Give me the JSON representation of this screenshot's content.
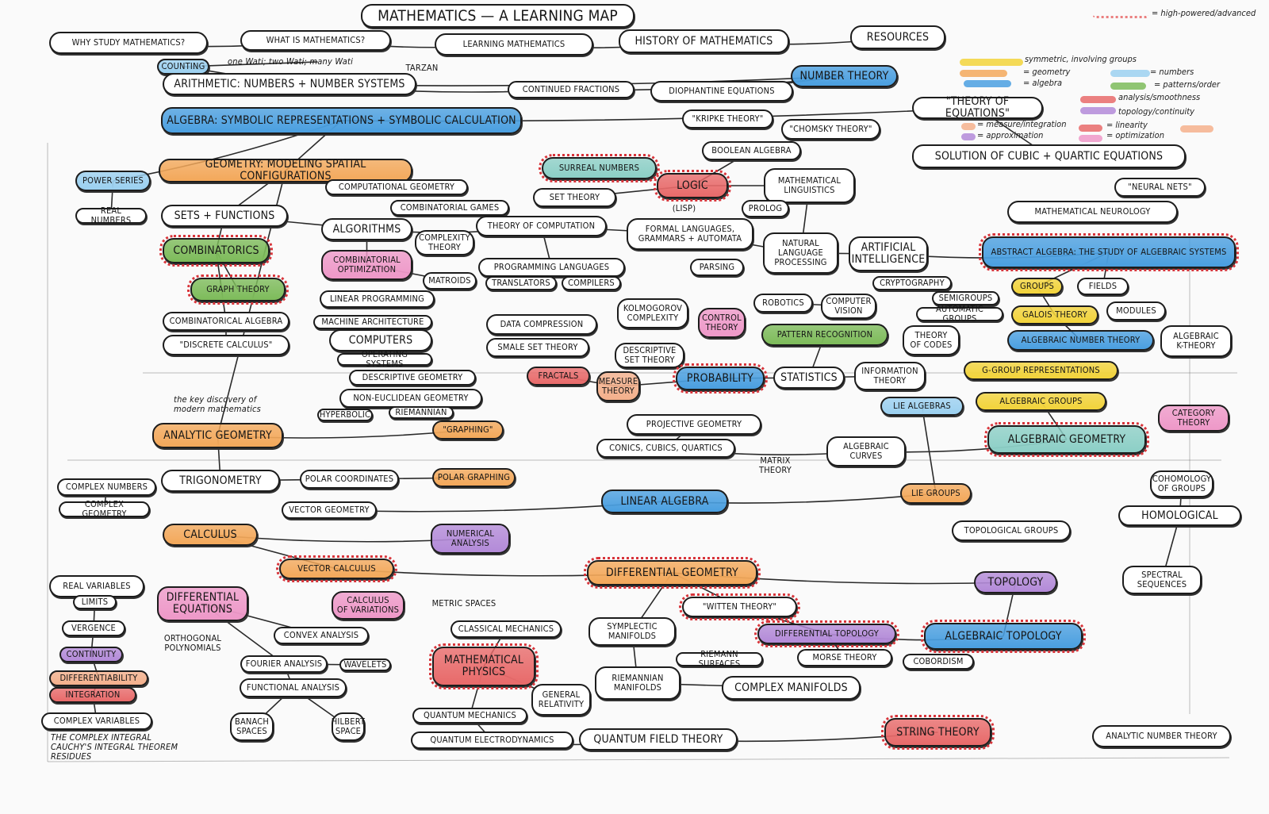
{
  "palette": {
    "yellow": "#f2d33a",
    "orange": "#f3a85a",
    "blue": "#4a9fe0",
    "lightblue": "#9bd0f0",
    "green": "#7dbb5a",
    "red": "#e86a6a",
    "purple": "#b38ad8",
    "pink": "#ee98c8",
    "teal": "#8ccfc6",
    "salmon": "#f4b08c",
    "white": "#ffffff"
  },
  "nodes": [
    {
      "label": "MATHEMATICS — A LEARNING MAP",
      "fill": "white",
      "kind": "title"
    },
    {
      "label": "WHY STUDY MATHEMATICS?",
      "fill": "white"
    },
    {
      "label": "WHAT IS MATHEMATICS?",
      "fill": "white"
    },
    {
      "label": "LEARNING MATHEMATICS",
      "fill": "white"
    },
    {
      "label": "HISTORY OF MATHEMATICS",
      "fill": "white",
      "kind": "big"
    },
    {
      "label": "Resources",
      "fill": "white",
      "kind": "big"
    },
    {
      "label": "COUNTING",
      "fill": "lightblue"
    },
    {
      "label": "one Wati; two Wati; many Wati",
      "fill": "white",
      "kind": "txt"
    },
    {
      "label": "TARZAN",
      "fill": "white",
      "kind": "plain"
    },
    {
      "label": "ARITHMETIC: NUMBERS + NUMBER SYSTEMS",
      "fill": "white",
      "kind": "big"
    },
    {
      "label": "CONTINUED FRACTIONS",
      "fill": "white"
    },
    {
      "label": "DIOPHANTINE EQUATIONS",
      "fill": "white"
    },
    {
      "label": "NUMBER THEORY",
      "fill": "blue",
      "kind": "big"
    },
    {
      "label": "ALGEBRA: SYMBOLIC REPRESENTATIONS + SYMBOLIC CALCULATION",
      "fill": "blue",
      "kind": "big"
    },
    {
      "label": "\"THEORY OF EQUATIONS\"",
      "fill": "white",
      "kind": "big"
    },
    {
      "label": "\"KRIPKE THEORY\"",
      "fill": "white"
    },
    {
      "label": "\"CHOMSKY THEORY\"",
      "fill": "white"
    },
    {
      "label": "BOOLEAN ALGEBRA",
      "fill": "white"
    },
    {
      "label": "SOLUTION OF CUBIC + QUARTIC EQUATIONS",
      "fill": "white",
      "kind": "big"
    },
    {
      "label": "POWER SERIES",
      "fill": "lightblue"
    },
    {
      "label": "GEOMETRY: MODELING SPATIAL CONFIGURATIONS",
      "fill": "orange",
      "kind": "big"
    },
    {
      "label": "SURREAL NUMBERS",
      "fill": "teal",
      "hi": true
    },
    {
      "label": "LOGIC",
      "fill": "red",
      "kind": "big",
      "hi": true
    },
    {
      "label": "MATHEMATICAL\nLINGUISTICS",
      "fill": "white"
    },
    {
      "label": "COMPUTATIONAL GEOMETRY",
      "fill": "white"
    },
    {
      "label": "SET THEORY",
      "fill": "white"
    },
    {
      "label": "\"NEURAL NETS\"",
      "fill": "white"
    },
    {
      "label": "COMBINATORIAL GAMES",
      "fill": "white"
    },
    {
      "label": "(LISP)",
      "fill": "white",
      "kind": "plain"
    },
    {
      "label": "PROLOG",
      "fill": "white"
    },
    {
      "label": "REAL NUMBERS",
      "fill": "white"
    },
    {
      "label": "SETS + FUNCTIONS",
      "fill": "white",
      "kind": "big"
    },
    {
      "label": "MATHEMATICAL NEUROLOGY",
      "fill": "white"
    },
    {
      "label": "ALGORITHMS",
      "fill": "white",
      "kind": "big"
    },
    {
      "label": "COMPLEXITY\nTHEORY",
      "fill": "white"
    },
    {
      "label": "THEORY OF COMPUTATION",
      "fill": "white"
    },
    {
      "label": "FORMAL LANGUAGES,\nGRAMMARS + AUTOMATA",
      "fill": "white"
    },
    {
      "label": "NATURAL\nLANGUAGE\nPROCESSING",
      "fill": "white"
    },
    {
      "label": "ARTIFICIAL\nINTELLIGENCE",
      "fill": "white",
      "kind": "big"
    },
    {
      "label": "ABSTRACT ALGEBRA: THE STUDY OF ALGEBRAIC SYSTEMS",
      "fill": "blue",
      "hi": true
    },
    {
      "label": "COMBINATORICS",
      "fill": "green",
      "kind": "big",
      "hi": true
    },
    {
      "label": "COMBINATORIAL\nOPTIMIZATION",
      "fill": "pink"
    },
    {
      "label": "PROGRAMMING LANGUAGES",
      "fill": "white"
    },
    {
      "label": "PARSING",
      "fill": "white"
    },
    {
      "label": "MATROIDS",
      "fill": "white"
    },
    {
      "label": "TRANSLATORS",
      "fill": "white"
    },
    {
      "label": "COMPILERS",
      "fill": "white"
    },
    {
      "label": "CRYPTOGRAPHY",
      "fill": "white"
    },
    {
      "label": "GROUPS",
      "fill": "yellow"
    },
    {
      "label": "FIELDS",
      "fill": "white"
    },
    {
      "label": "GRAPH THEORY",
      "fill": "green",
      "hi": true
    },
    {
      "label": "LINEAR PROGRAMMING",
      "fill": "white"
    },
    {
      "label": "ROBOTICS",
      "fill": "white"
    },
    {
      "label": "COMPUTER\nVISION",
      "fill": "white"
    },
    {
      "label": "SEMIGROUPS",
      "fill": "white"
    },
    {
      "label": "KOLMOGOROV\nCOMPLEXITY",
      "fill": "white"
    },
    {
      "label": "MODULES",
      "fill": "white"
    },
    {
      "label": "GALOIS THEORY",
      "fill": "yellow"
    },
    {
      "label": "AUTOMATIC GROUPS",
      "fill": "white"
    },
    {
      "label": "COMBINATORICAL ALGEBRA",
      "fill": "white"
    },
    {
      "label": "CONTROL\nTHEORY",
      "fill": "pink"
    },
    {
      "label": "MACHINE ARCHITECTURE",
      "fill": "white"
    },
    {
      "label": "DATA COMPRESSION",
      "fill": "white"
    },
    {
      "label": "PATTERN RECOGNITION",
      "fill": "green"
    },
    {
      "label": "THEORY\nOF CODES",
      "fill": "white"
    },
    {
      "label": "ALGEBRAIC NUMBER THEORY",
      "fill": "blue"
    },
    {
      "label": "ALGEBRAIC\nK-THEORY",
      "fill": "white"
    },
    {
      "label": "COMPUTERS",
      "fill": "white",
      "kind": "big"
    },
    {
      "label": "\"DISCRETE CALCULUS\"",
      "fill": "white"
    },
    {
      "label": "OPERATING SYSTEMS",
      "fill": "white"
    },
    {
      "label": "SMALE SET THEORY",
      "fill": "white"
    },
    {
      "label": "DESCRIPTIVE\nSET THEORY",
      "fill": "white"
    },
    {
      "label": "FRACTALS",
      "fill": "red"
    },
    {
      "label": "MEASURE\nTHEORY",
      "fill": "salmon"
    },
    {
      "label": "PROBABILITY",
      "fill": "blue",
      "kind": "big",
      "hi": true
    },
    {
      "label": "STATISTICS",
      "fill": "white",
      "kind": "big"
    },
    {
      "label": "INFORMATION\nTHEORY",
      "fill": "white"
    },
    {
      "label": "G-GROUP REPRESENTATIONS",
      "fill": "yellow"
    },
    {
      "label": "DESCRIPTIVE GEOMETRY",
      "fill": "white"
    },
    {
      "label": "NON-EUCLIDEAN GEOMETRY",
      "fill": "white"
    },
    {
      "label": "LIE ALGEBRAS",
      "fill": "lightblue"
    },
    {
      "label": "ALGEBRAIC GROUPS",
      "fill": "yellow"
    },
    {
      "label": "CATEGORY\nTHEORY",
      "fill": "pink"
    },
    {
      "label": "the key discovery of\nmodern mathematics",
      "fill": "white",
      "kind": "txt"
    },
    {
      "label": "HYPERBOLIC",
      "fill": "white"
    },
    {
      "label": "RIEMANNIAN",
      "fill": "white"
    },
    {
      "label": "PROJECTIVE GEOMETRY",
      "fill": "white"
    },
    {
      "label": "\"GRAPHING\"",
      "fill": "orange"
    },
    {
      "label": "ANALYTIC GEOMETRY",
      "fill": "orange",
      "kind": "big"
    },
    {
      "label": "ALGEBRAIC GEOMETRY",
      "fill": "teal",
      "kind": "big",
      "hi": true
    },
    {
      "label": "CONICS, CUBICS, QUARTICS",
      "fill": "white"
    },
    {
      "label": "ALGEBRAIC\nCURVES",
      "fill": "white"
    },
    {
      "label": "MATRIX\nTHEORY",
      "fill": "white",
      "kind": "plain"
    },
    {
      "label": "COMPLEX NUMBERS",
      "fill": "white"
    },
    {
      "label": "TRIGONOMETRY",
      "fill": "white",
      "kind": "big"
    },
    {
      "label": "POLAR COORDINATES",
      "fill": "white"
    },
    {
      "label": "POLAR GRAPHING",
      "fill": "orange"
    },
    {
      "label": "COMPLEX GEOMETRY",
      "fill": "white"
    },
    {
      "label": "VECTOR GEOMETRY",
      "fill": "white"
    },
    {
      "label": "LINEAR ALGEBRA",
      "fill": "blue",
      "kind": "big"
    },
    {
      "label": "LIE GROUPS",
      "fill": "orange"
    },
    {
      "label": "COHOMOLOGY\nOF GROUPS",
      "fill": "white"
    },
    {
      "label": "HOMOLOGICAL",
      "fill": "white",
      "kind": "big"
    },
    {
      "label": "TOPOLOGICAL GROUPS",
      "fill": "white"
    },
    {
      "label": "CALCULUS",
      "fill": "orange",
      "kind": "big"
    },
    {
      "label": "NUMERICAL\nANALYSIS",
      "fill": "purple"
    },
    {
      "label": "VECTOR CALCULUS",
      "fill": "orange",
      "hi": true
    },
    {
      "label": "DIFFERENTIAL GEOMETRY",
      "fill": "orange",
      "kind": "big",
      "hi": true
    },
    {
      "label": "SPECTRAL\nSEQUENCES",
      "fill": "white"
    },
    {
      "label": "REAL VARIABLES",
      "fill": "white"
    },
    {
      "label": "TOPOLOGY",
      "fill": "purple",
      "kind": "big"
    },
    {
      "label": "LIMITS",
      "fill": "white"
    },
    {
      "label": "DIFFERENTIAL\nEQUATIONS",
      "fill": "pink",
      "kind": "big"
    },
    {
      "label": "CALCULUS\nOF VARIATIONS",
      "fill": "pink"
    },
    {
      "label": "METRIC SPACES",
      "fill": "white",
      "kind": "plain"
    },
    {
      "label": "\"WITTEN THEORY\"",
      "fill": "white",
      "hi": true
    },
    {
      "label": "SYMPLECTIC\nMANIFOLDS",
      "fill": "white"
    },
    {
      "label": "VERGENCE",
      "fill": "white"
    },
    {
      "label": "CLASSICAL MECHANICS",
      "fill": "white"
    },
    {
      "label": "DIFFERENTIAL TOPOLOGY",
      "fill": "purple",
      "hi": true
    },
    {
      "label": "ALGEBRAIC TOPOLOGY",
      "fill": "blue",
      "kind": "big",
      "hi": true
    },
    {
      "label": "CONVEX ANALYSIS",
      "fill": "white"
    },
    {
      "label": "ORTHOGONAL\nPOLYNOMIALS",
      "fill": "white",
      "kind": "plain"
    },
    {
      "label": "CONTINUITY",
      "fill": "purple"
    },
    {
      "label": "MATHEMATICAL\nPHYSICS",
      "fill": "red",
      "kind": "big",
      "hi": true
    },
    {
      "label": "FOURIER ANALYSIS",
      "fill": "white"
    },
    {
      "label": "WAVELETS",
      "fill": "white"
    },
    {
      "label": "RIEMANN SURFACES",
      "fill": "white"
    },
    {
      "label": "MORSE THEORY",
      "fill": "white"
    },
    {
      "label": "COBORDISM",
      "fill": "white"
    },
    {
      "label": "DIFFERENTIABILITY",
      "fill": "salmon"
    },
    {
      "label": "RIEMANNIAN\nMANIFOLDS",
      "fill": "white"
    },
    {
      "label": "FUNCTIONAL ANALYSIS",
      "fill": "white"
    },
    {
      "label": "COMPLEX MANIFOLDS",
      "fill": "white",
      "kind": "big"
    },
    {
      "label": "INTEGRATION",
      "fill": "red"
    },
    {
      "label": "GENERAL\nRELATIVITY",
      "fill": "white"
    },
    {
      "label": "BANACH\nSPACES",
      "fill": "white"
    },
    {
      "label": "HILBERT\nSPACE",
      "fill": "white"
    },
    {
      "label": "COMPLEX VARIABLES",
      "fill": "white"
    },
    {
      "label": "QUANTUM MECHANICS",
      "fill": "white"
    },
    {
      "label": "THE COMPLEX INTEGRAL\nCAUCHY'S INTEGRAL THEOREM\nRESIDUES",
      "fill": "white",
      "kind": "txt"
    },
    {
      "label": "QUANTUM ELECTRODYNAMICS",
      "fill": "white"
    },
    {
      "label": "QUANTUM FIELD THEORY",
      "fill": "white",
      "kind": "big"
    },
    {
      "label": "STRING THEORY",
      "fill": "red",
      "kind": "big",
      "hi": true
    },
    {
      "label": "ANALYTIC NUMBER THEORY",
      "fill": "white"
    }
  ],
  "edges": [
    [
      1,
      2
    ],
    [
      2,
      3
    ],
    [
      3,
      4
    ],
    [
      4,
      5
    ],
    [
      7,
      6
    ],
    [
      6,
      9
    ],
    [
      9,
      12
    ],
    [
      10,
      12
    ],
    [
      11,
      12
    ],
    [
      9,
      10
    ],
    [
      13,
      14
    ],
    [
      14,
      18
    ],
    [
      13,
      20
    ],
    [
      13,
      19
    ],
    [
      19,
      30
    ],
    [
      20,
      31
    ],
    [
      31,
      33
    ],
    [
      33,
      35
    ],
    [
      35,
      36
    ],
    [
      36,
      37
    ],
    [
      37,
      38
    ],
    [
      38,
      39
    ],
    [
      22,
      25
    ],
    [
      22,
      17
    ],
    [
      22,
      23
    ],
    [
      23,
      37
    ],
    [
      31,
      40
    ],
    [
      40,
      50
    ],
    [
      40,
      59
    ],
    [
      59,
      68
    ],
    [
      39,
      48
    ],
    [
      39,
      49
    ],
    [
      48,
      57
    ],
    [
      57,
      65
    ],
    [
      33,
      41
    ],
    [
      41,
      44
    ],
    [
      42,
      45
    ],
    [
      42,
      46
    ],
    [
      35,
      42
    ],
    [
      53,
      52
    ],
    [
      63,
      75
    ],
    [
      74,
      75
    ],
    [
      75,
      76
    ],
    [
      73,
      74
    ],
    [
      72,
      73
    ],
    [
      88,
      94
    ],
    [
      94,
      95
    ],
    [
      95,
      96
    ],
    [
      93,
      97
    ],
    [
      88,
      87
    ],
    [
      104,
      106
    ],
    [
      104,
      105
    ],
    [
      106,
      107
    ],
    [
      107,
      110
    ],
    [
      110,
      120
    ],
    [
      119,
      120
    ],
    [
      124,
      139
    ],
    [
      139,
      141
    ],
    [
      141,
      142
    ],
    [
      142,
      143
    ],
    [
      99,
      100
    ],
    [
      91,
      89
    ],
    [
      90,
      91
    ],
    [
      86,
      90
    ],
    [
      79,
      85
    ],
    [
      79,
      84
    ],
    [
      109,
      111
    ],
    [
      111,
      117
    ],
    [
      117,
      123
    ],
    [
      123,
      130
    ],
    [
      130,
      134
    ],
    [
      134,
      138
    ],
    [
      112,
      125
    ],
    [
      125,
      132
    ],
    [
      132,
      136
    ],
    [
      132,
      137
    ],
    [
      125,
      126
    ],
    [
      112,
      121
    ],
    [
      118,
      124
    ],
    [
      116,
      131
    ],
    [
      131,
      133
    ],
    [
      124,
      135
    ],
    [
      81,
      89
    ],
    [
      80,
      100
    ],
    [
      102,
      101
    ],
    [
      102,
      108
    ],
    [
      98,
      99
    ],
    [
      20,
      88
    ],
    [
      107,
      116
    ],
    [
      107,
      115
    ],
    [
      115,
      119
    ],
    [
      119,
      128
    ]
  ],
  "legend": [
    {
      "label": "= high-powered/advanced",
      "color": "red"
    },
    {
      "label": "symmetric, involving groups",
      "color": "yellow"
    },
    {
      "label": "= geometry",
      "color": "orange"
    },
    {
      "label": "= algebra",
      "color": "blue"
    },
    {
      "label": "= numbers",
      "color": "lightblue"
    },
    {
      "label": "= patterns/order",
      "color": "green"
    },
    {
      "label": "analysis/smoothness",
      "color": "red"
    },
    {
      "label": "topology/continuity",
      "color": "purple"
    },
    {
      "label": "= measure/integration",
      "color": "salmon"
    },
    {
      "label": "= approximation",
      "color": "purple"
    },
    {
      "label": "= linearity",
      "color": "red"
    },
    {
      "label": "= optimization",
      "color": "pink"
    }
  ]
}
